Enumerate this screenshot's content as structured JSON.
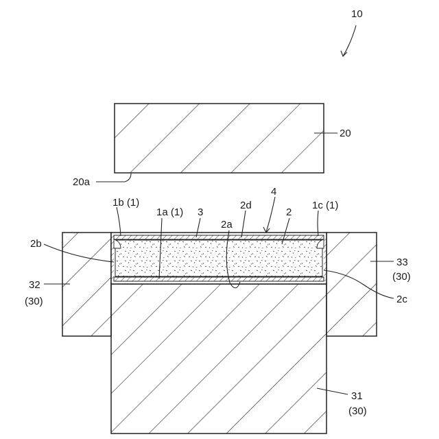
{
  "figure": {
    "labels": {
      "assembly": "10",
      "upper_die": "20",
      "upper_die_surface": "20a",
      "region_1b": "1b (1)",
      "region_1a": "1a (1)",
      "layer_3": "3",
      "surface_2d": "2d",
      "surface_2a": "2a",
      "structure_4": "4",
      "body_2": "2",
      "region_1c": "1c (1)",
      "side_2b": "2b",
      "die_32": "32",
      "die_32_group": "(30)",
      "die_33": "33",
      "die_33_group": "(30)",
      "side_2c": "2c",
      "die_31": "31",
      "die_31_group": "(30)"
    }
  }
}
